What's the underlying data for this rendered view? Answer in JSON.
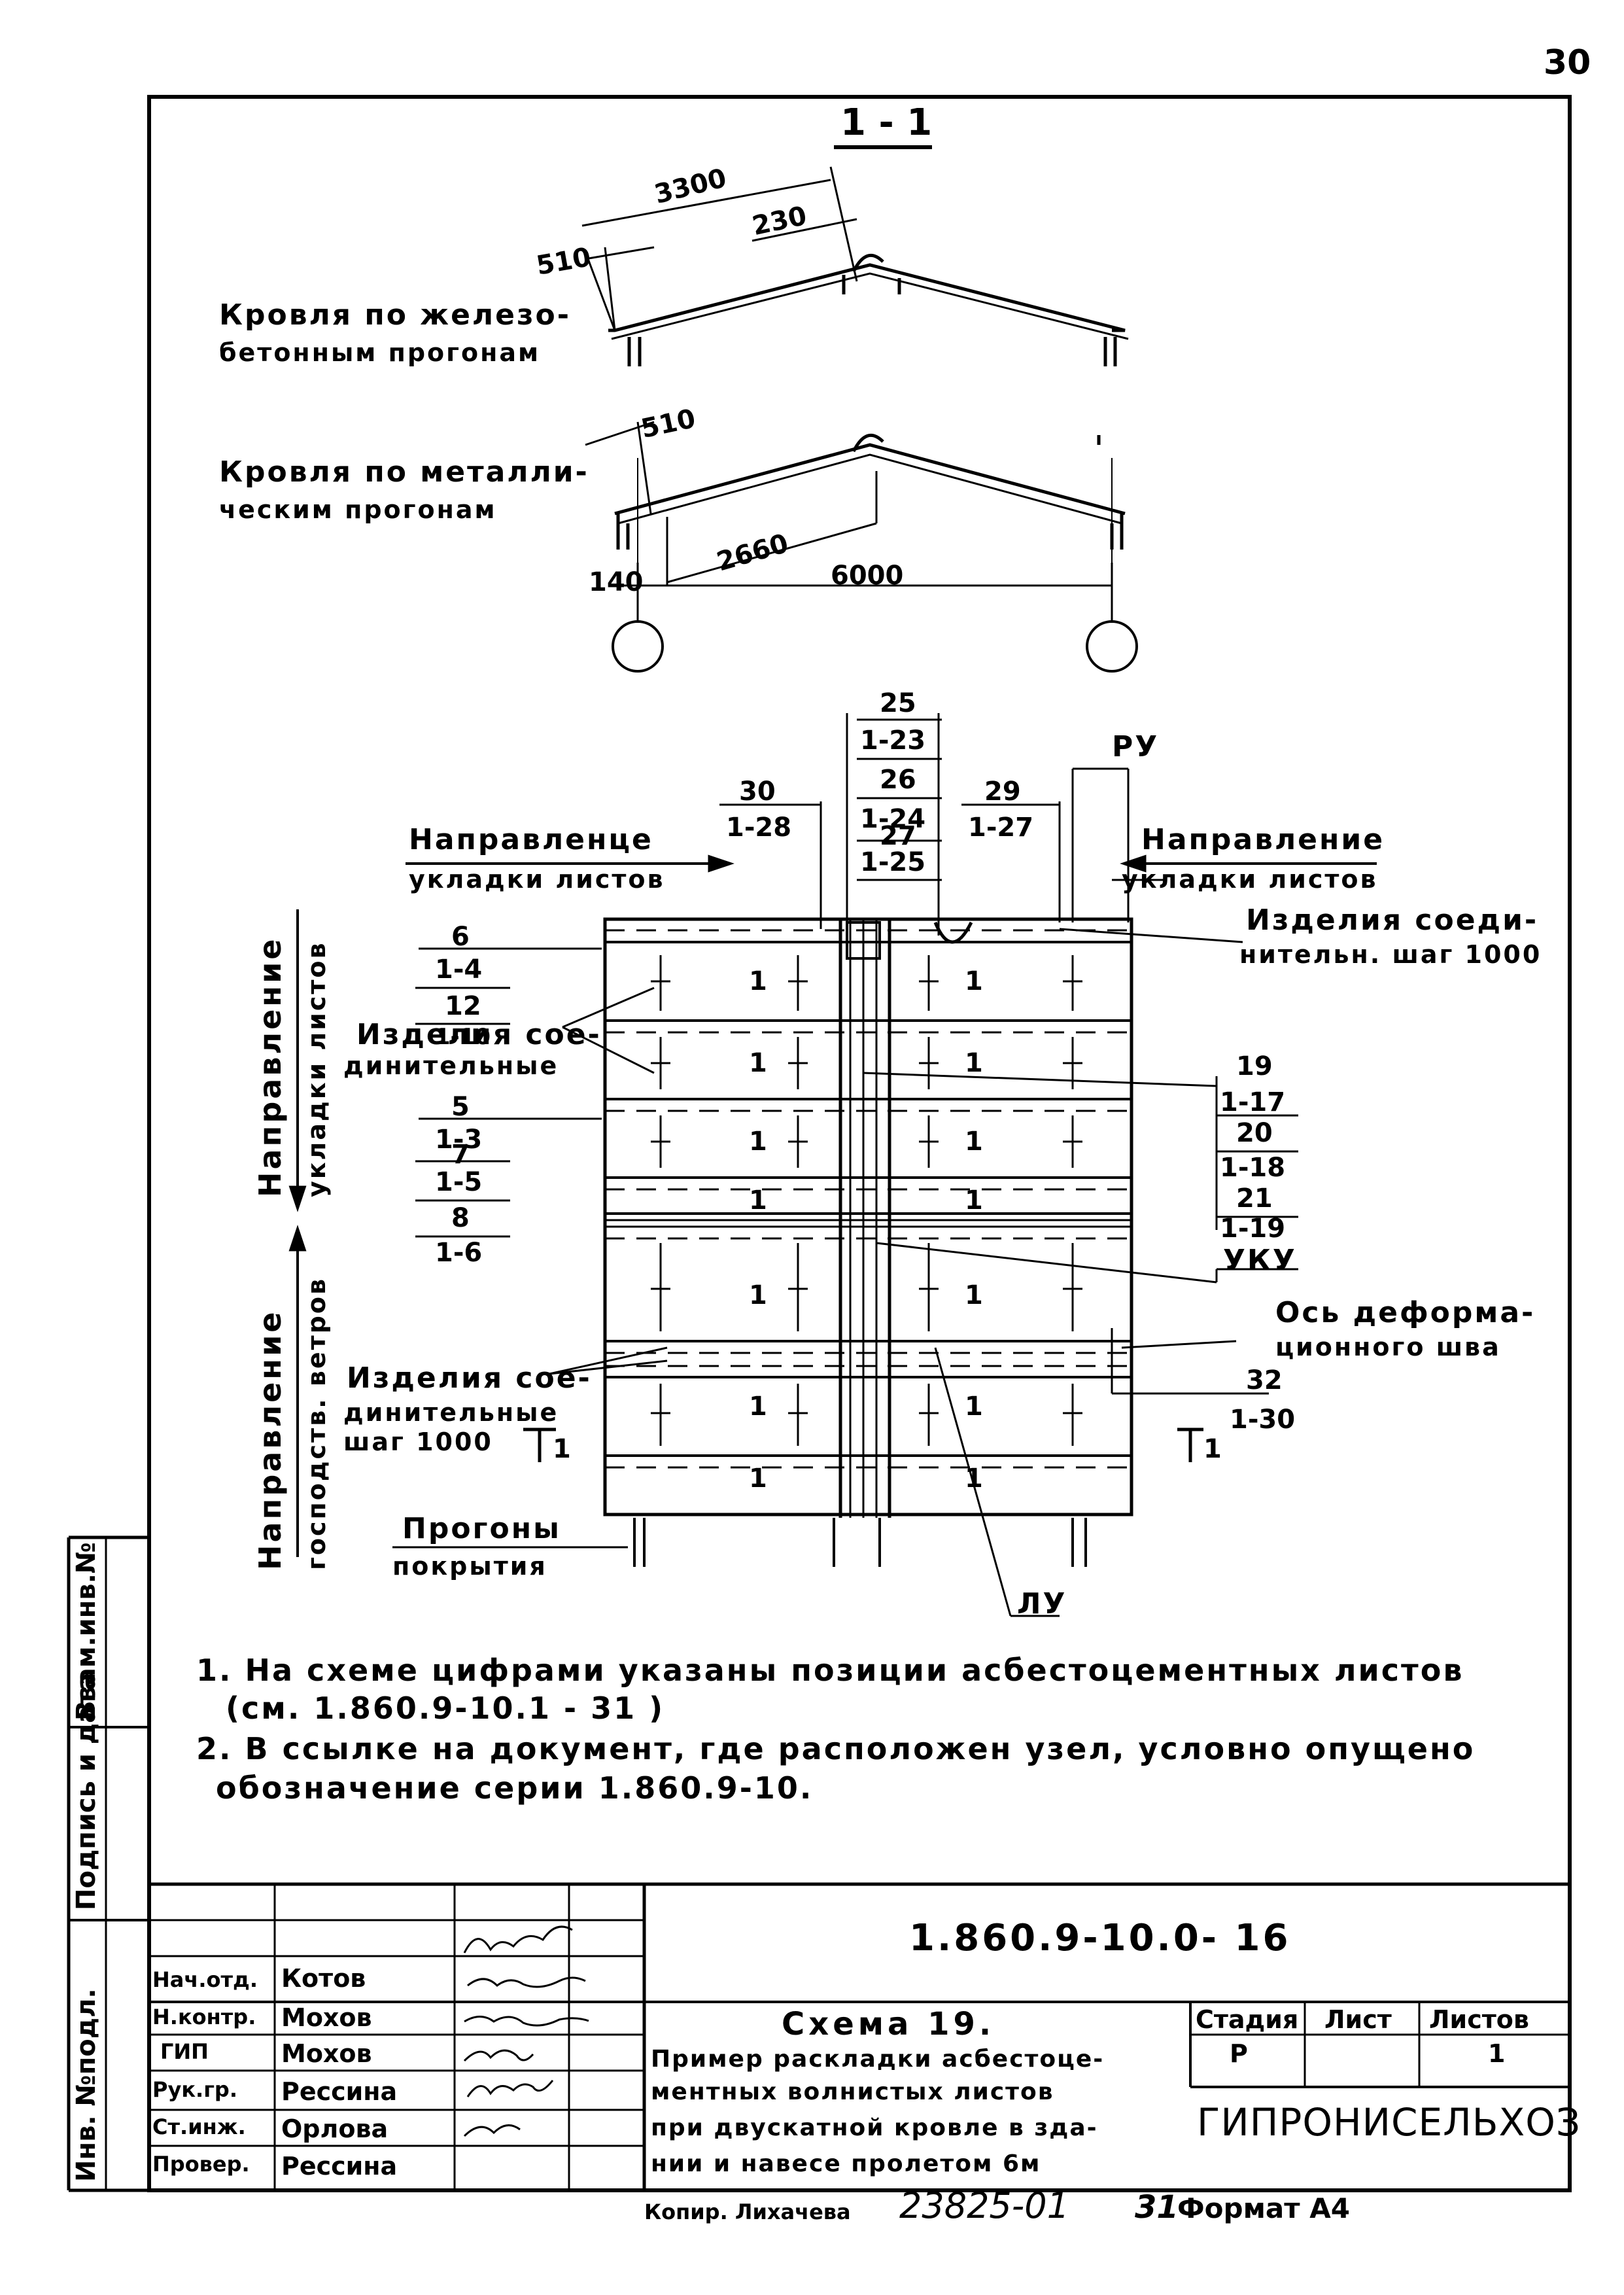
{
  "page_number": "30",
  "section_mark": "1 - 1",
  "section_dims": {
    "d3300": "3300",
    "d230": "230",
    "d510a": "510",
    "d510b": "510",
    "d2660": "2660",
    "d140": "140",
    "d6000": "6000"
  },
  "roof_labels": {
    "concrete_l1": "Кровля по железо-",
    "concrete_l2": "бетонным прогонам",
    "metal_l1": "Кровля по металли-",
    "metal_l2": "ческим прогонам"
  },
  "plan_labels": {
    "dir_left_l1": "Направленце",
    "dir_left_l2": "укладки листов",
    "dir_right_l1": "Направление",
    "dir_right_l2": "укладки листов",
    "ru": "РУ",
    "connect_l1": "Изделия соеди-",
    "connect_l2": "нительн. шаг 1000",
    "connect_mid_l1": "Изделия сое-",
    "connect_mid_l2": "динительные",
    "connect_bot_l1": "Изделия сое-",
    "connect_bot_l2": "динительные",
    "connect_bot_l3": "шаг 1000",
    "purlins_l1": "Прогоны",
    "purlins_l2": "покрытия",
    "uku": "УКУ",
    "axis_l1": "Ось деформа-",
    "axis_l2": "ционного шва",
    "lu": "ЛУ",
    "cut_left": "1",
    "cut_right": "1",
    "vert_top_l1": "Направление",
    "vert_top_l2": "укладки листов",
    "vert_bot_l1": "Направление",
    "vert_bot_l2": "господств. ветров"
  },
  "callouts": {
    "c25": "25",
    "c1_23": "1-23",
    "c26": "26",
    "c1_24": "1-24",
    "c27": "27",
    "c1_25": "1-25",
    "c30": "30",
    "c1_28": "1-28",
    "c29": "29",
    "c1_27": "1-27",
    "c6": "6",
    "c1_4": "1-4",
    "c12": "12",
    "c1_10": "1-10",
    "c5": "5",
    "c1_3": "1-3",
    "c7": "7",
    "c1_5": "1-5",
    "c8": "8",
    "c1_6": "1-6",
    "c19": "19",
    "c1_17": "1-17",
    "c20": "20",
    "c1_18": "1-18",
    "c21": "21",
    "c1_19": "1-19",
    "c32": "32",
    "c1_30": "1-30",
    "sheet": "1"
  },
  "notes": {
    "n1a": "1. На схеме цифрами указаны позиции асбестоцементных листов",
    "n1b": "(см. 1.860.9-10.1 - 31 )",
    "n2a": "2. В ссылке на документ, где расположен узел, условно опущено",
    "n2b": "обозначение серии 1.860.9-10."
  },
  "side_stamp": {
    "inv_orig": "Инв. №подл.",
    "sign_date": "Подпись и дата",
    "vzam_inv": "Взам.инв.№"
  },
  "title_block": {
    "doc_code": "1.860.9-10.0- 16",
    "roles": [
      "Нач.отд.",
      "Н.контр.",
      "ГИП",
      "Рук.гр.",
      "Ст.инж.",
      "Провер."
    ],
    "names": [
      "Котов",
      "Мохов",
      "Мохов",
      "Рессина",
      "Орлова",
      "Рессина"
    ],
    "title_l1": "Схема 19.",
    "title_l2": "Пример раскладки асбестоце-",
    "title_l3": "ментных волнистых листов",
    "title_l4": "при двускатной кровле в зда-",
    "title_l5": "нии и навесе пролетом 6м",
    "stage_hdr": "Стадия",
    "sheet_hdr": "Лист",
    "sheets_hdr": "Листов",
    "stage": "Р",
    "sheet": "",
    "sheets": "1",
    "org": "ГИПРОНИСЕЛЬХОЗ"
  },
  "footer": {
    "copied": "Копир. Лихачева",
    "inv_num": "23825-01",
    "page_handwritten": "31",
    "format": "Формат А4"
  }
}
